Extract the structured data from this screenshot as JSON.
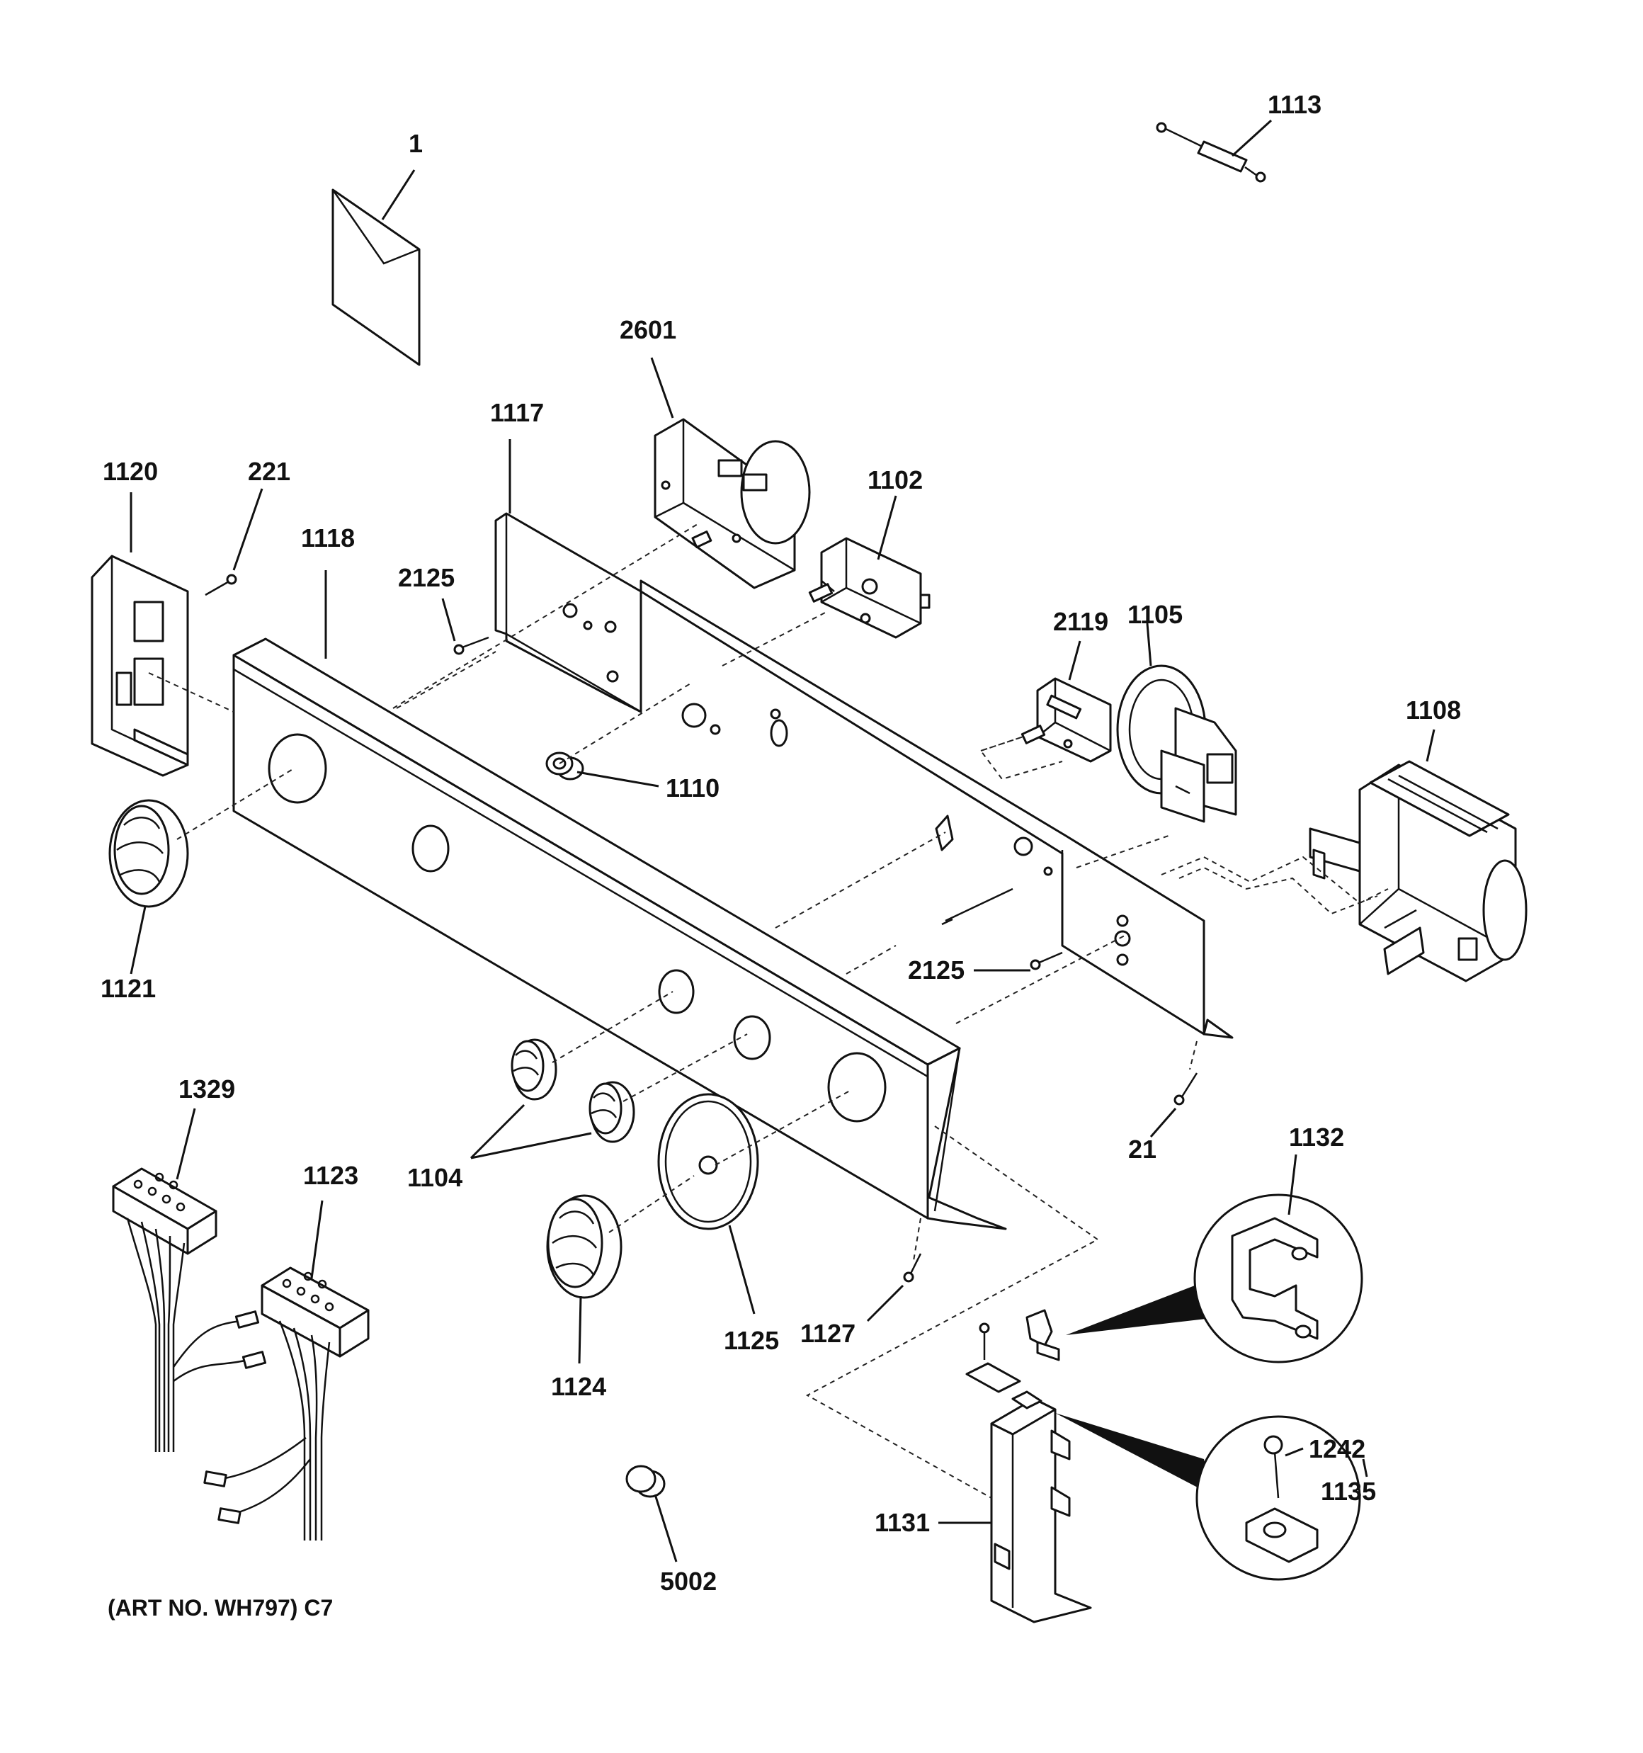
{
  "labels": {
    "p1": "1",
    "p1113": "1113",
    "p2601": "2601",
    "p1117": "1117",
    "p1102": "1102",
    "p1120": "1120",
    "p221": "221",
    "p1118": "1118",
    "p2125a": "2125",
    "p2119": "2119",
    "p1105": "1105",
    "p1108": "1108",
    "p1110": "1110",
    "p1121": "1121",
    "p2125b": "2125",
    "p21": "21",
    "p1329": "1329",
    "p1123": "1123",
    "p1104": "1104",
    "p1132": "1132",
    "p1127": "1127",
    "p1125": "1125",
    "p1124": "1124",
    "p1242": "1242",
    "p1135": "1135",
    "p1131": "1131",
    "p5002": "5002"
  },
  "art_note": "(ART NO. WH797) C7"
}
